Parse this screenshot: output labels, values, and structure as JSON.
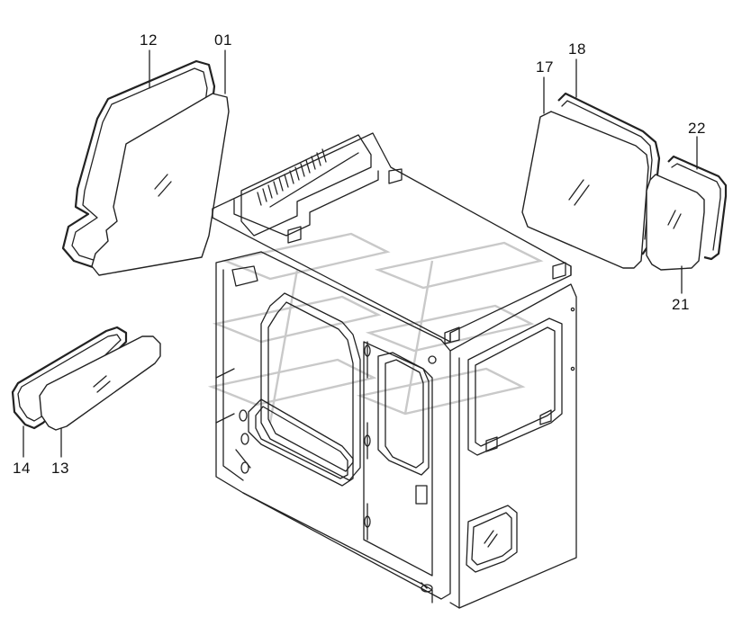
{
  "callouts": [
    {
      "id": "c12",
      "text": "12"
    },
    {
      "id": "c01",
      "text": "01"
    },
    {
      "id": "c18",
      "text": "18"
    },
    {
      "id": "c17",
      "text": "17"
    },
    {
      "id": "c22",
      "text": "22"
    },
    {
      "id": "c21",
      "text": "21"
    },
    {
      "id": "c14",
      "text": "14"
    },
    {
      "id": "c13",
      "text": "13"
    }
  ]
}
